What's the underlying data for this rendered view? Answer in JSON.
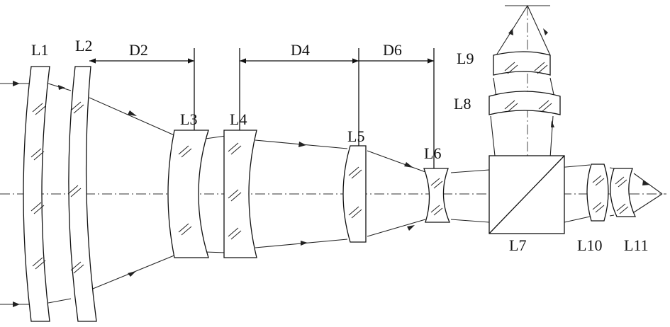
{
  "labels": {
    "l1": "L1",
    "l2": "L2",
    "l3": "L3",
    "l4": "L4",
    "l5": "L5",
    "l6": "L6",
    "l7": "L7",
    "l8": "L8",
    "l9": "L9",
    "l10": "L10",
    "l11": "L11",
    "d2": "D2",
    "d4": "D4",
    "d6": "D6"
  }
}
